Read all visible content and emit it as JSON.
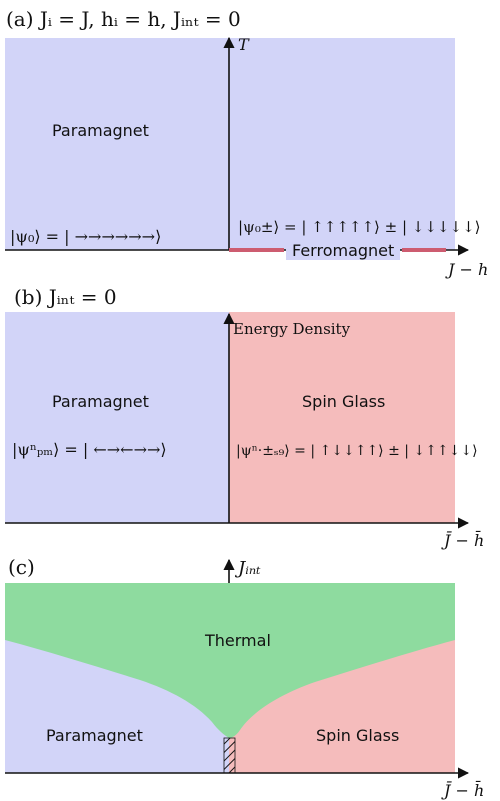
{
  "colors": {
    "paramagnet": "#d2d4f8",
    "spin_glass": "#f5bcbc",
    "thermal": "#8edb9f",
    "ferromagnet_line": "#cd5c70",
    "axis": "#111111",
    "text": "#111111"
  },
  "panel_a": {
    "title": "(a) Jᵢ = J, hᵢ = h, Jᵢₙₜ = 0",
    "y_axis_label": "T",
    "x_axis_label": "J − h",
    "paramagnet_label": "Paramagnet",
    "paramagnet_state": "|ψ₀⟩ = | →→→→→→⟩",
    "ferromagnet_state": "|ψ₀±⟩ = | ↑↑↑↑↑⟩ ± | ↓↓↓↓↓⟩",
    "ferromagnet_label": "Ferromagnet"
  },
  "panel_b": {
    "title": "(b) Jᵢₙₜ = 0",
    "y_axis_label": "Energy Density",
    "x_axis_label": "J̄ − h̄",
    "paramagnet_label": "Paramagnet",
    "paramagnet_state": "|ψⁿₚₘ⟩ = | ←→←→→⟩",
    "spin_glass_label": "Spin Glass",
    "spin_glass_state": "|ψⁿ·±ₛ₉⟩ = | ↑↓↓↑↑⟩ ± | ↓↑↑↓↓⟩"
  },
  "panel_c": {
    "title": "(c)",
    "y_axis_label": "Jᵢₙₜ",
    "x_axis_label": "J̄ − h̄",
    "thermal_label": "Thermal",
    "paramagnet_label": "Paramagnet",
    "spin_glass_label": "Spin Glass"
  }
}
